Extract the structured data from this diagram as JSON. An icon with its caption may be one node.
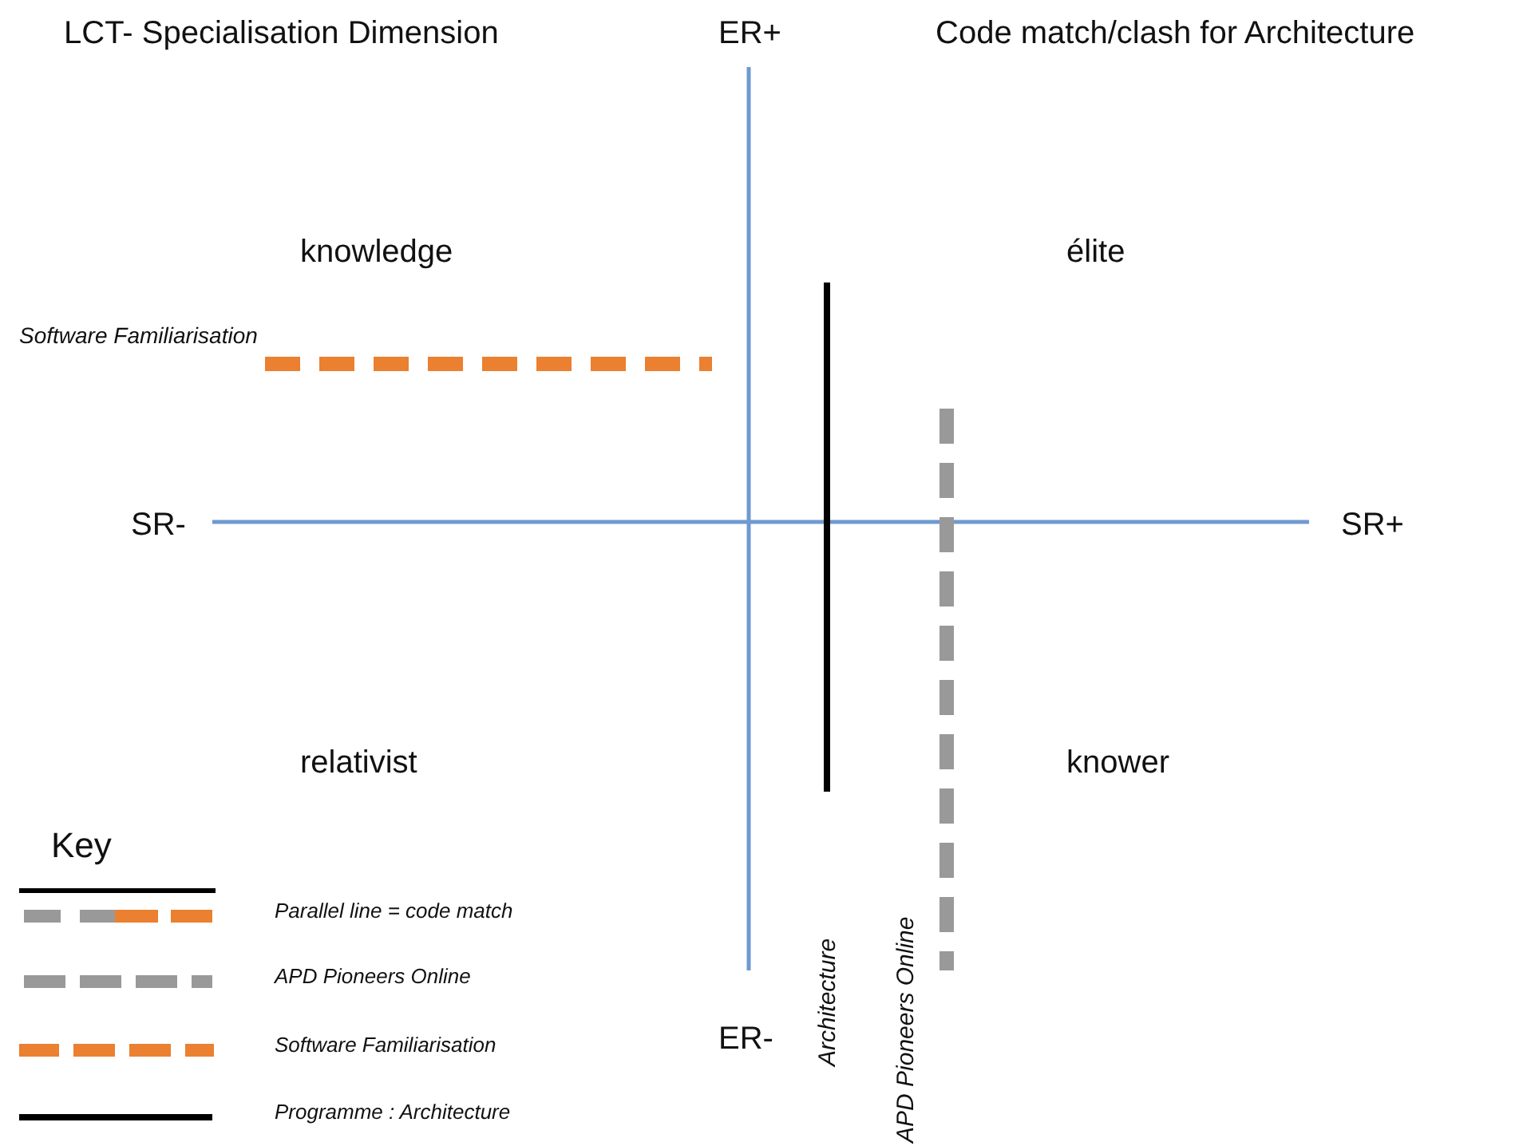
{
  "diagram": {
    "title": "LCT- Specialisation Dimension",
    "labels": [
      "ER+",
      "Code match/clash for Architecture",
      "knowledge",
      "élite",
      "Software Familiarisation",
      "SR-",
      "SR+",
      "relativist",
      "knower",
      "Architecture",
      "APD Pioneers Online",
      "ER-",
      "Key"
    ],
    "legend": [
      {
        "text": "Parallel line = code match"
      },
      {
        "text": "APD Pioneers Online"
      },
      {
        "text": "Software Familiarisation"
      },
      {
        "text": "Programme : Architecture"
      }
    ]
  }
}
